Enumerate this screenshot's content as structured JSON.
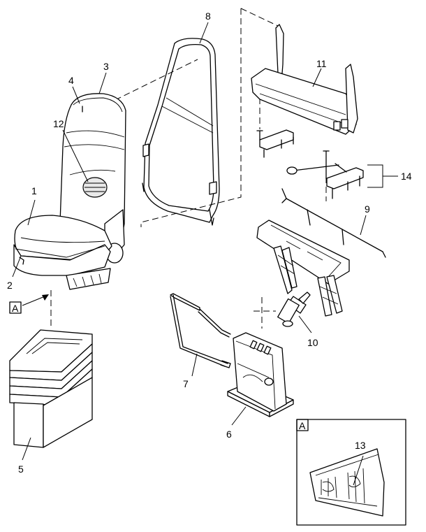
{
  "callouts": {
    "c1": "1",
    "c2": "2",
    "c3": "3",
    "c4": "4",
    "c5": "5",
    "c6": "6",
    "c7": "7",
    "c8": "8",
    "c9": "9",
    "c10": "10",
    "c11": "11",
    "c12": "12",
    "c13": "13",
    "c14": "14"
  },
  "view_markers": {
    "pointer": "A",
    "detail": "A"
  }
}
